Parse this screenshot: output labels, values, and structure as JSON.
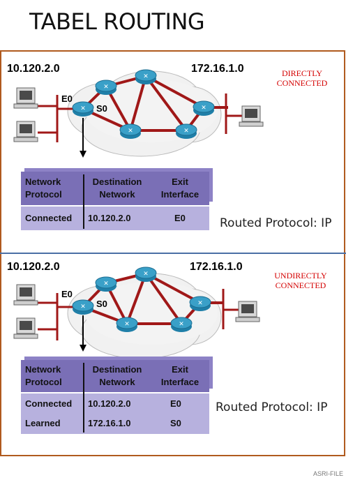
{
  "title": "TABEL ROUTING",
  "footer": "ASRI-FILE",
  "panels": [
    {
      "left_network": "10.120.2.0",
      "right_network": "172.16.1.0",
      "connection_line1": "DIRECTLY",
      "connection_line2": "CONNECTED",
      "port_e0": "E0",
      "port_s0": "S0",
      "routed_protocol": "Routed Protocol: IP",
      "table": {
        "headers": [
          {
            "line1": "Network",
            "line2": "Protocol"
          },
          {
            "line1": "Destination",
            "line2": "Network"
          },
          {
            "line1": "Exit",
            "line2": "Interface"
          }
        ],
        "rows": [
          [
            "Connected",
            "10.120.2.0",
            "E0"
          ]
        ]
      }
    },
    {
      "left_network": "10.120.2.0",
      "right_network": "172.16.1.0",
      "connection_line1": "UNDIRECTLY",
      "connection_line2": "CONNECTED",
      "port_e0": "E0",
      "port_s0": "S0",
      "routed_protocol": "Routed Protocol: IP",
      "table": {
        "headers": [
          {
            "line1": "Network",
            "line2": "Protocol"
          },
          {
            "line1": "Destination",
            "line2": "Network"
          },
          {
            "line1": "Exit",
            "line2": "Interface"
          }
        ],
        "rows": [
          [
            "Connected",
            "10.120.2.0",
            "E0"
          ],
          [
            "Learned",
            "172.16.1.0",
            "S0"
          ]
        ]
      }
    }
  ],
  "colors": {
    "frame": "#b05a1e",
    "header": "#7a6fb6",
    "row": "#b7b1de",
    "link": "#a01818",
    "router": "#3aa0c8",
    "label_red": "#d40000"
  }
}
